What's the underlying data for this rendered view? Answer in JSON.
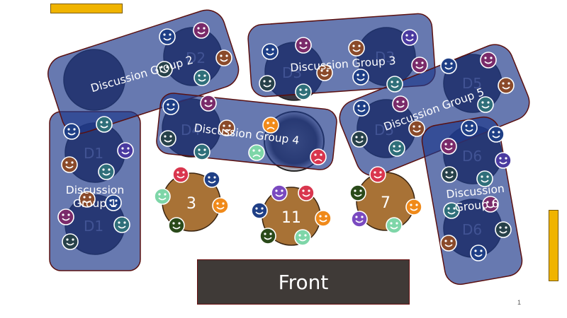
{
  "title_bar_color": "#f0b400",
  "front_label": "Front",
  "page_number": "1",
  "group_labels": {
    "g1_line1": "Discussion",
    "g1_line2": "Group 1",
    "g2": "Discussion Group 2",
    "g3": "Discussion Group 3",
    "g4": "Discussion Group 4",
    "g5": "Discussion Group 5",
    "g6_line1": "Discussion",
    "g6_line2": "Group 6"
  },
  "desk_labels": {
    "d1a": "D1",
    "d1b": "D1",
    "d2": "D2",
    "d3": "D3",
    "d4": "D4",
    "d5": "D5",
    "d6a": "D6",
    "d6b": "D6"
  },
  "table_labels": {
    "t3": "3",
    "t11": "11",
    "t7": "7"
  },
  "colors": {
    "group_fill": "#1f3a8a",
    "table_fill": "#a87236",
    "desk_fill": "#3a3744"
  }
}
